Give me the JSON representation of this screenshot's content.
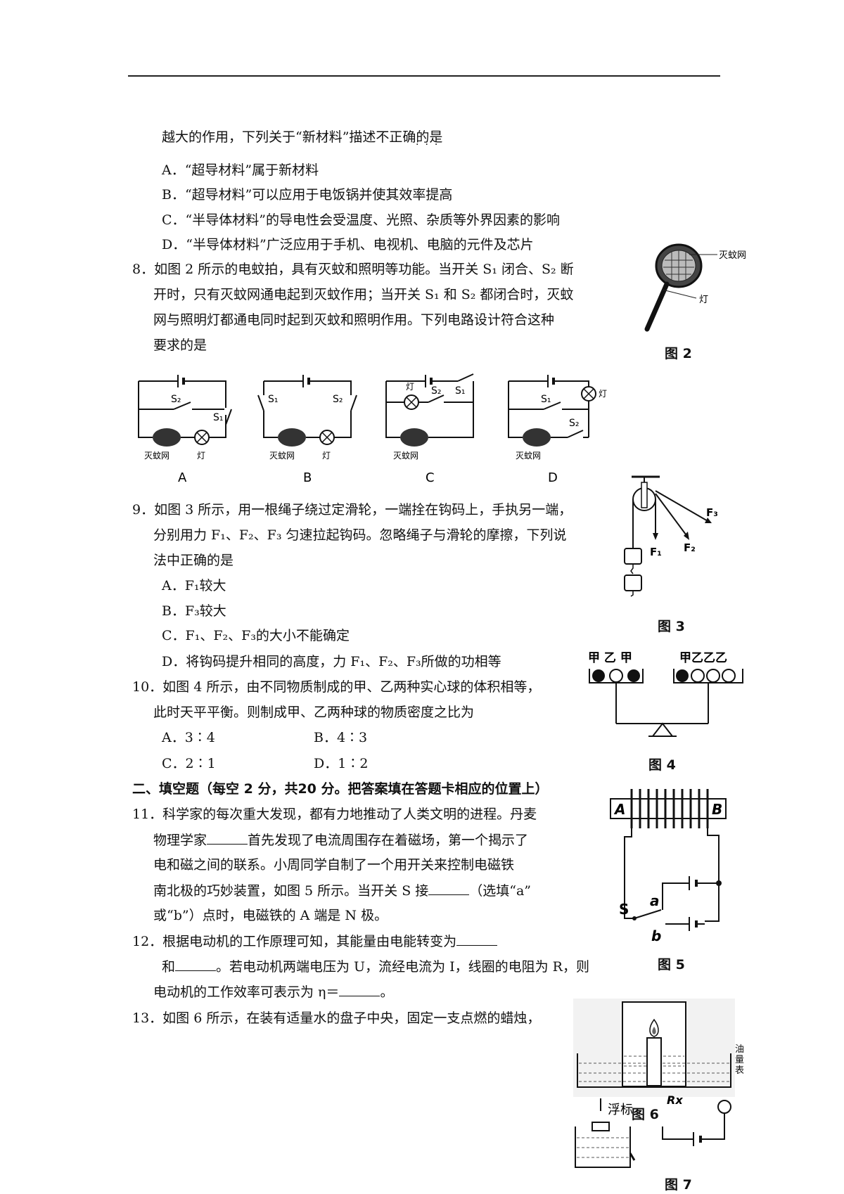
{
  "q7": {
    "stem_tail": "越大的作用，下列关于“新材料”描述不正确的是",
    "options": [
      "A．“超导材料”属于新材料",
      "B．“超导材料”可以应用于电饭锅并使其效率提高",
      "C．“半导体材料”的导电性会受温度、光照、杂质等外界因素的影响",
      "D．“半导体材料”广泛应用于手机、电视机、电脑的元件及芯片"
    ]
  },
  "q8": {
    "lines": [
      "8．如图 2 所示的电蚊拍，具有灭蚊和照明等功能。当开关 S₁ 闭合、S₂ 断",
      "开时，只有灭蚊网通电起到灭蚊作用；当开关 S₁ 和 S₂ 都闭合时，灭蚊",
      "网与照明灯都通电同时起到灭蚊和照明作用。下列电路设计符合这种",
      "要求的是"
    ],
    "fig_caption": "图 2",
    "fig_labels": {
      "net": "灭蚊网",
      "lamp": "灯"
    },
    "circuits": [
      {
        "letter": "A",
        "net": "灭蚊网",
        "lamp": "灯",
        "s1": "S₁",
        "s2": "S₂"
      },
      {
        "letter": "B",
        "net": "灭蚊网",
        "lamp": "灯",
        "s1": "S₁",
        "s2": "S₂"
      },
      {
        "letter": "C",
        "net": "灭蚊网",
        "lamp": "灯",
        "s1": "S₁",
        "s2": "S₂"
      },
      {
        "letter": "D",
        "net": "灭蚊网",
        "lamp": "灯",
        "s1": "S₁",
        "s2": "S₂"
      }
    ]
  },
  "q9": {
    "lines": [
      "9．如图 3 所示，用一根绳子绕过定滑轮，一端拴在钩码上，手执另一端，",
      "分别用力 F₁、F₂、F₃ 匀速拉起钩码。忽略绳子与滑轮的摩擦，下列说",
      "法中正确的是"
    ],
    "options": [
      "A．F₁较大",
      "B．F₃较大",
      "C．F₁、F₂、F₃的大小不能确定",
      "D．将钩码提升相同的高度，力 F₁、F₂、F₃所做的功相等"
    ],
    "fig_caption": "图 3",
    "forces": [
      "F₁",
      "F₂",
      "F₃"
    ]
  },
  "q10": {
    "lines": [
      "10．如图 4 所示，由不同物质制成的甲、乙两种实心球的体积相等，",
      "此时天平平衡。则制成甲、乙两种球的物质密度之比为"
    ],
    "options": [
      "A．3∶4",
      "B．4∶3",
      "C．2∶1",
      "D．1∶2"
    ],
    "fig_caption": "图 4",
    "left_pan": "甲 乙 甲",
    "right_pan": "甲乙乙乙"
  },
  "section2": {
    "title": "二、填空题（每空 2 分，共20 分。把答案填在答题卡相应的位置上）"
  },
  "q11": {
    "l1": "11．科学家的每次重大发现，都有力地推动了人类文明的进程。丹麦",
    "l2a": "物理学家",
    "l2b": "首先发现了电流周围存在着磁场，第一个揭示了",
    "l3": "电和磁之间的联系。小周同学自制了一个用开关来控制电磁铁",
    "l4a": "南北极的巧妙装置，如图 5 所示。当开关 S 接",
    "l4b": "（选填“a”",
    "l5": "或“b”）点时，电磁铁的 A 端是 N 极。",
    "fig_caption": "图 5",
    "fig": {
      "a_end": "A",
      "b_end": "B",
      "switch": "S",
      "pa": "a",
      "pb": "b"
    }
  },
  "q12": {
    "l1a": "12．根据电动机的工作原理可知，其能量由电能转变为",
    "l2a": "和",
    "l2b": "。若电动机两端电压为 U，流经电流为 I，线圈的电阻为 R，则",
    "l3a": "电动机的工作效率可表示为 η＝",
    "l3b": "。"
  },
  "q13": {
    "l1": "13．如图 6 所示，在装有适量水的盘子中央，固定一支点燃的蜡烛，",
    "fig6_caption": "图 6",
    "fig7_caption": "图 7",
    "fig7": {
      "float": "浮标",
      "rx": "Rx",
      "meter": "油量表"
    }
  }
}
